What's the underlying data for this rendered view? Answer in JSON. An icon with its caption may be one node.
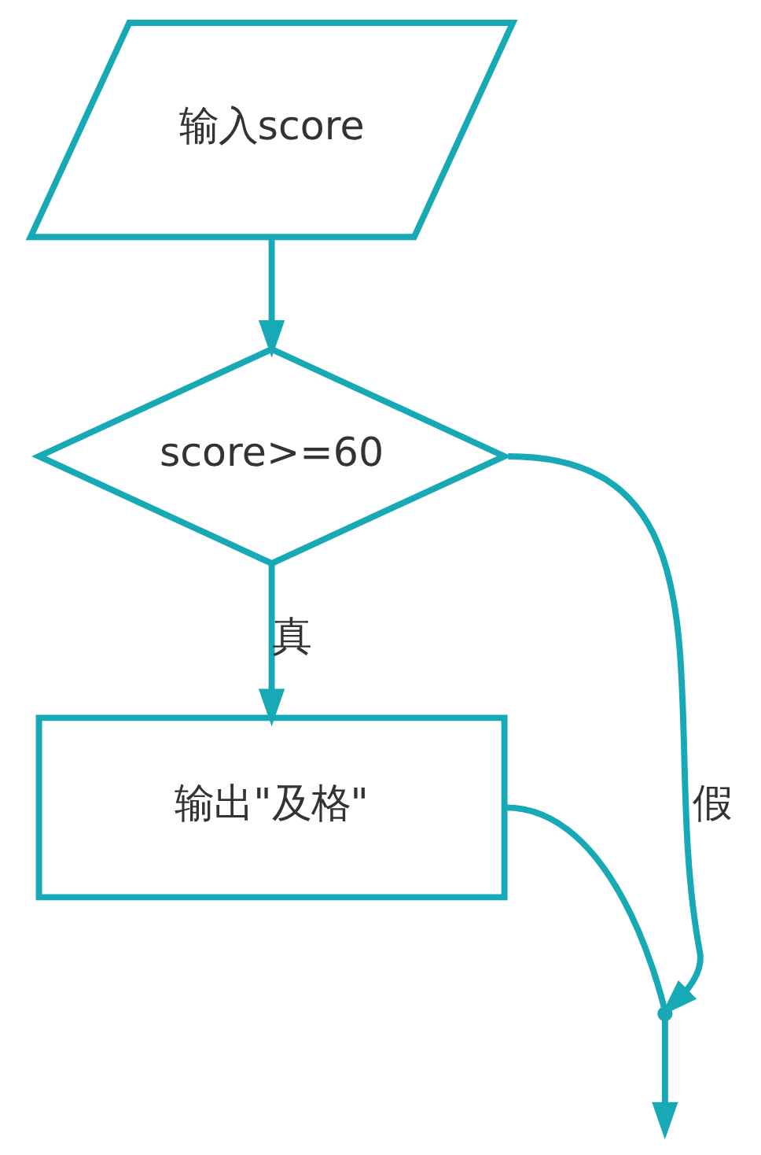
{
  "diagram": {
    "nodes": [
      {
        "text": [
          "输入score"
        ]
      },
      {
        "text": [
          "score>=60"
        ]
      },
      {
        "text": [
          "输出\"及格\""
        ]
      },
      {
        "text": [],
        "shape": "point"
      }
    ],
    "edges": [
      {
        "from": 0,
        "to": 1,
        "arrow": "to"
      },
      {
        "from": 1,
        "to": 2,
        "arrow": "to",
        "label": "真"
      },
      {
        "from": 1,
        "to": 3,
        "arrow": "to",
        "label": "假"
      },
      {
        "from": 2,
        "to": 3,
        "arrow": "none"
      },
      {
        "from": 3,
        "to": null,
        "arrow": "to"
      }
    ]
  }
}
